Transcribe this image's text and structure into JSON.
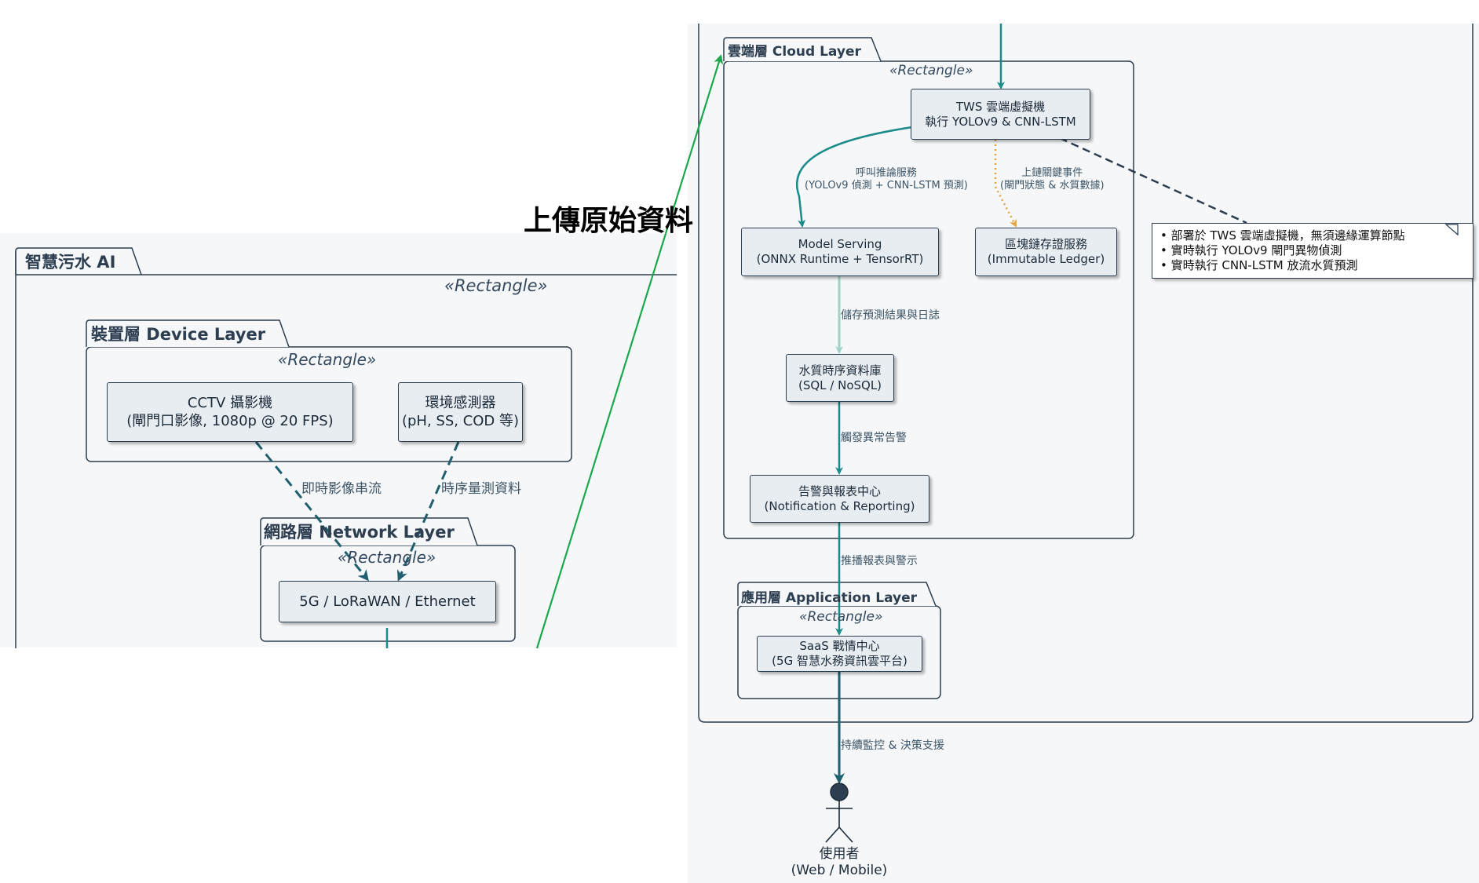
{
  "left": {
    "system": {
      "title": "智慧污水 AI",
      "stereotype": "«Rectangle»"
    },
    "device_layer": {
      "title": "裝置層 Device Layer",
      "stereotype": "«Rectangle»",
      "cctv": {
        "line1": "CCTV 攝影機",
        "line2": "(閘門口影像, 1080p @ 20 FPS)"
      },
      "sensor": {
        "line1": "環境感測器",
        "line2": "(pH, SS, COD 等)"
      }
    },
    "edge_labels": {
      "video": "即時影像串流",
      "sensor": "時序量測資料"
    },
    "network_layer": {
      "title": "網路層 Network Layer",
      "stereotype": "«Rectangle»",
      "node": "5G / LoRaWAN / Ethernet"
    }
  },
  "upload_label": "上傳原始資料",
  "cloud": {
    "title": "雲端層 Cloud Layer",
    "stereotype": "«Rectangle»",
    "tws": {
      "line1": "TWS 雲端虛擬機",
      "line2": "執行 YOLOv9 & CNN-LSTM"
    },
    "edge_infer": {
      "line1": "呼叫推論服務",
      "line2": "(YOLOv9 偵測 + CNN-LSTM 預測)"
    },
    "edge_chain": {
      "line1": "上鏈關鍵事件",
      "line2": "(閘門狀態 & 水質數據)"
    },
    "model_serving": {
      "line1": "Model Serving",
      "line2": "(ONNX Runtime + TensorRT)"
    },
    "ledger": {
      "line1": "區塊鏈存證服務",
      "line2": "(Immutable Ledger)"
    },
    "edge_store": "儲存預測結果與日誌",
    "db": {
      "line1": "水質時序資料庫",
      "line2": "(SQL / NoSQL)"
    },
    "edge_alert": "觸發異常告警",
    "notify": {
      "line1": "告警與報表中心",
      "line2": "(Notification & Reporting)"
    }
  },
  "note": {
    "lines": [
      "• 部署於 TWS 雲端虛擬機，無須邊緣運算節點",
      "• 實時執行 YOLOv9 閘門異物偵測",
      "• 實時執行 CNN-LSTM 放流水質預測"
    ]
  },
  "edge_push": "推播報表與警示",
  "application": {
    "title": "應用層 Application Layer",
    "stereotype": "«Rectangle»",
    "saas": {
      "line1": "SaaS 戰情中心",
      "line2": "(5G 智慧水務資訊雲平台)"
    }
  },
  "edge_monitor": "持續監控 & 決策支援",
  "actor": {
    "line1": "使用者",
    "line2": "(Web / Mobile)"
  },
  "colors": {
    "teal": "#1a8a8a",
    "dark_teal": "#1f5f70",
    "orange": "#e6a23c",
    "light_teal": "#9fd3c7",
    "green": "#1aa84a"
  }
}
